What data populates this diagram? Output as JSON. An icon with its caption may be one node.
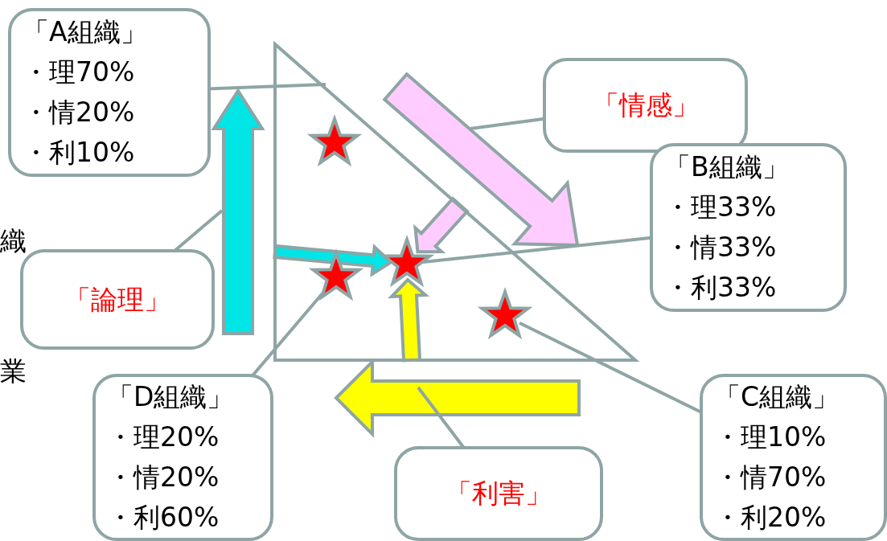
{
  "diagram": {
    "nodes": [
      {
        "text": [
          "「A組織」",
          "・理70%",
          "・情20%",
          "・利10%"
        ]
      },
      {
        "text": [
          "「情感」"
        ]
      },
      {
        "text": [
          "「B組織」",
          "・理33%",
          "・情33%",
          "・利33%"
        ]
      },
      {
        "text": [
          "「論理」"
        ]
      },
      {
        "text": [
          "「D組織」",
          "・理20%",
          "・情20%",
          "・利60%"
        ]
      },
      {
        "text": [
          "「C組織」",
          "・理10%",
          "・情70%",
          "・利20%"
        ]
      },
      {
        "text": [
          "「利害」"
        ]
      },
      {
        "text": [],
        "shape": "triangle"
      },
      {
        "text": [],
        "shape": "arrow"
      },
      {
        "text": [],
        "shape": "arrow"
      },
      {
        "text": [],
        "shape": "arrow"
      },
      {
        "text": [],
        "shape": "star",
        "in": 7
      },
      {
        "text": [],
        "shape": "star",
        "in": 7
      },
      {
        "text": [],
        "shape": "star",
        "in": 7
      },
      {
        "text": [],
        "shape": "star",
        "in": 7
      }
    ],
    "edges": [
      {
        "from": 0,
        "to": 7,
        "arrow": "none"
      },
      {
        "from": 1,
        "to": 9,
        "arrow": "none"
      },
      {
        "from": 2,
        "to": 12,
        "arrow": "none"
      },
      {
        "from": 3,
        "to": 8,
        "arrow": "none"
      },
      {
        "from": 4,
        "to": 13,
        "arrow": "none"
      },
      {
        "from": 5,
        "to": 14,
        "arrow": "none"
      },
      {
        "from": 6,
        "to": 10,
        "arrow": "none"
      },
      {
        "from": null,
        "to": 12,
        "arrow": "to",
        "style": "thick",
        "color": "#00e5e5"
      },
      {
        "from": null,
        "to": 12,
        "arrow": "to",
        "style": "thick",
        "color": "#ffccff"
      },
      {
        "from": null,
        "to": 12,
        "arrow": "to",
        "style": "thick",
        "color": "#ffff00"
      }
    ],
    "labels": [
      "織",
      "業"
    ]
  }
}
